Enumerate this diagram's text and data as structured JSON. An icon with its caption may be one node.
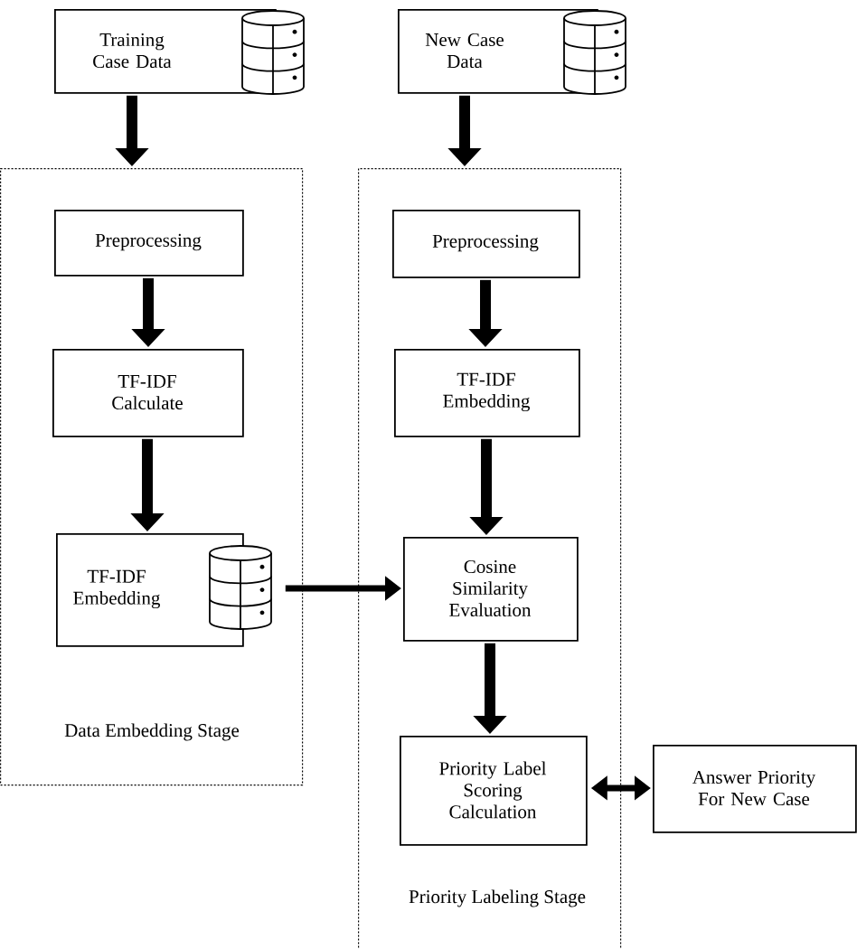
{
  "diagram": {
    "nodes": [
      {
        "text": [
          "Training Case Data"
        ]
      },
      {
        "text": [
          "New Case Data"
        ]
      },
      {
        "text": [
          "Data Embedding Stage"
        ]
      },
      {
        "text": [
          "Preprocessing"
        ],
        "in": 2
      },
      {
        "text": [
          "TF-IDF Calculate"
        ],
        "in": 2
      },
      {
        "text": [
          "TF-IDF Embedding"
        ],
        "in": 2
      },
      {
        "text": [
          "Priority Labeling Stage"
        ]
      },
      {
        "text": [
          "Preprocessing"
        ],
        "in": 6
      },
      {
        "text": [
          "TF-IDF Embedding"
        ],
        "in": 6
      },
      {
        "text": [
          "Cosine Similarity Evaluation"
        ],
        "in": 6
      },
      {
        "text": [
          "Priority Label Scoring Calculation"
        ],
        "in": 6
      },
      {
        "text": [
          "Answer Priority For New Case"
        ]
      }
    ],
    "edges": [
      {
        "from": 0,
        "to": 2,
        "arrow": "to"
      },
      {
        "from": 1,
        "to": 6,
        "arrow": "to"
      },
      {
        "from": 3,
        "to": 4,
        "arrow": "to"
      },
      {
        "from": 4,
        "to": 5,
        "arrow": "to"
      },
      {
        "from": 7,
        "to": 8,
        "arrow": "to"
      },
      {
        "from": 8,
        "to": 9,
        "arrow": "to"
      },
      {
        "from": 5,
        "to": 9,
        "arrow": "to"
      },
      {
        "from": 9,
        "to": 10,
        "arrow": "to"
      },
      {
        "from": 10,
        "to": 11,
        "arrow": "both"
      }
    ]
  }
}
